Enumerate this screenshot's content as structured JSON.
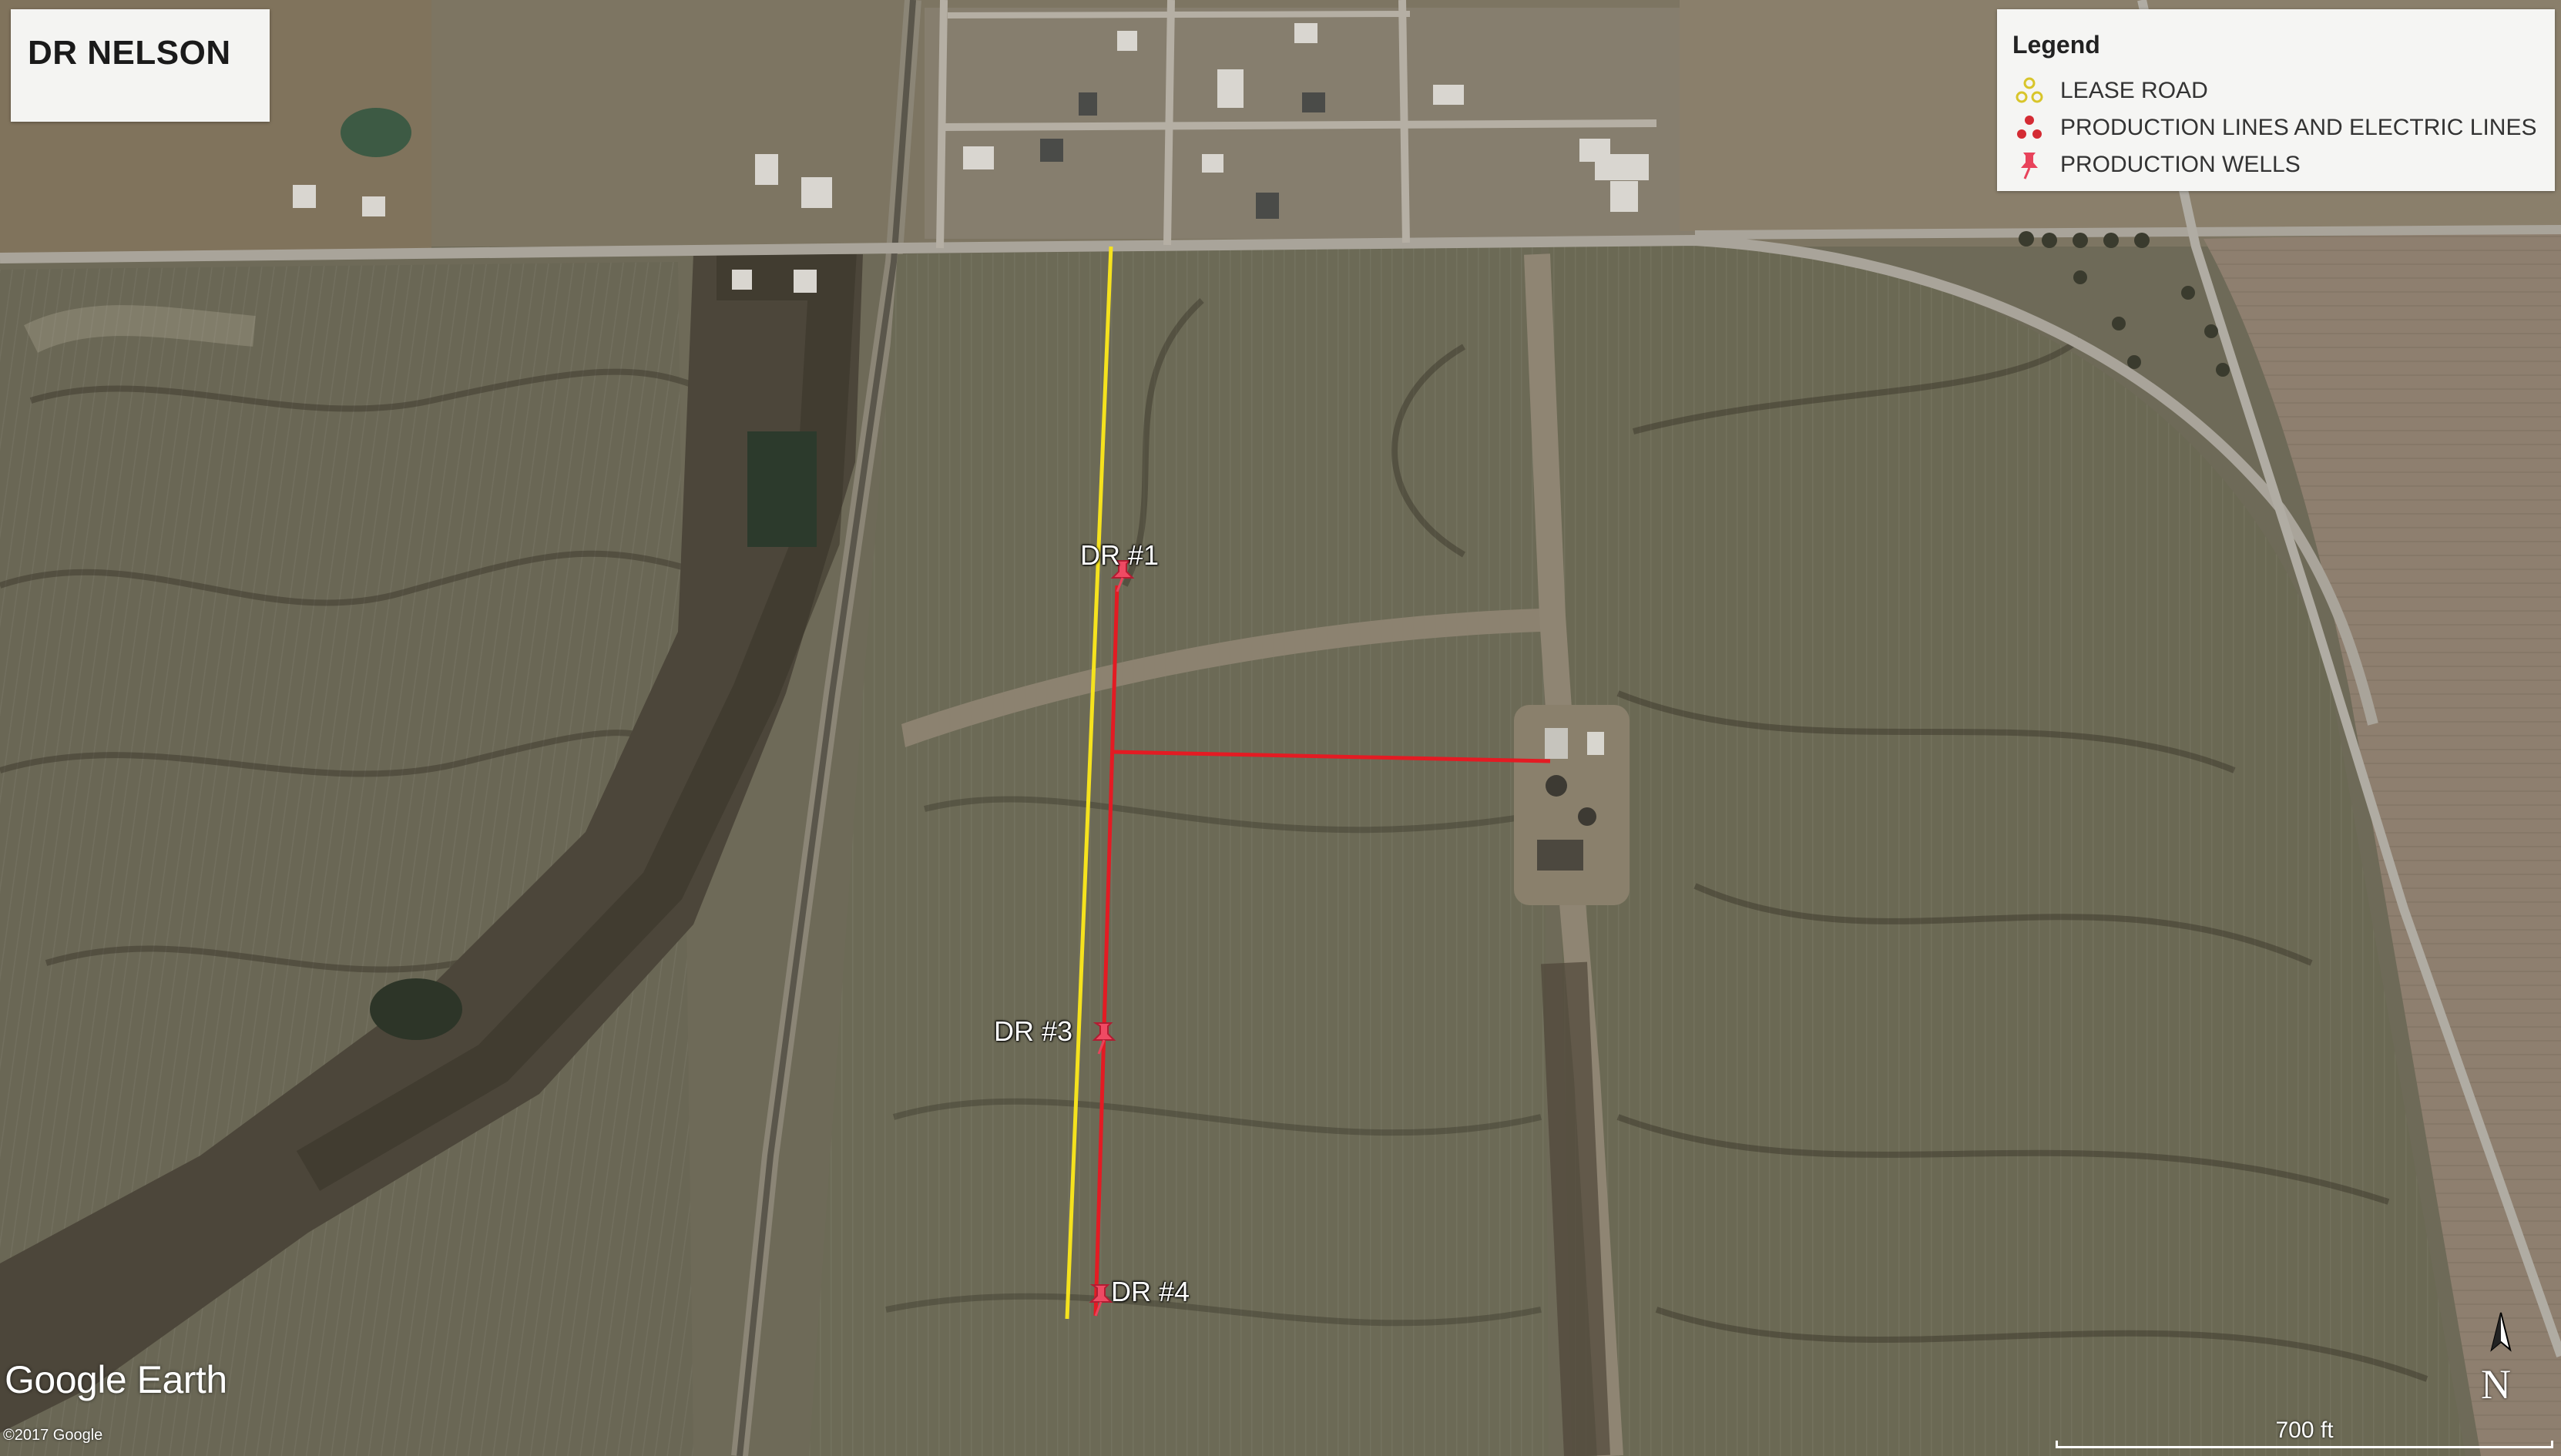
{
  "map": {
    "title": "DR NELSON",
    "legend": {
      "title": "Legend",
      "items": [
        {
          "label": "LEASE ROAD",
          "color": "#d8c52a",
          "icon": "lease-road-icon"
        },
        {
          "label": "PRODUCTION LINES AND ELECTRIC LINES",
          "color": "#d42b33",
          "icon": "production-lines-icon"
        },
        {
          "label": "PRODUCTION WELLS",
          "color": "#e8435b",
          "icon": "pushpin-icon"
        }
      ]
    },
    "wells": [
      {
        "label": "DR #1"
      },
      {
        "label": "DR #3"
      },
      {
        "label": "DR #4"
      }
    ],
    "north_label": "N",
    "scale_label": "700 ft",
    "provider": "Google Earth",
    "copyright": "©2017 Google",
    "colors": {
      "lease_road": "#f3e21e",
      "production_line": "#e31b23",
      "well_pin": "#ef4a63"
    }
  }
}
